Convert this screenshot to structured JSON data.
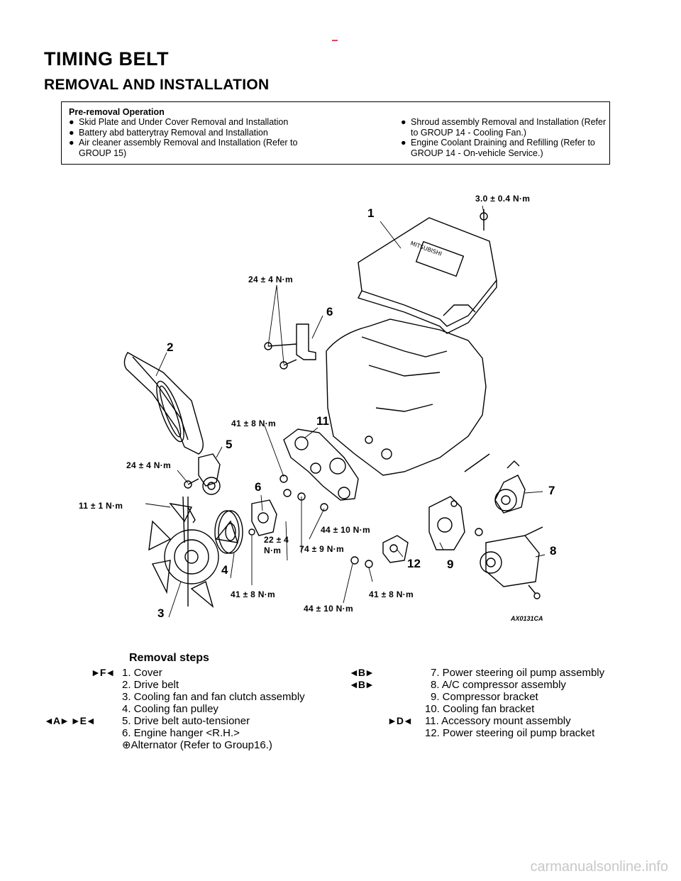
{
  "page": {
    "title": "TIMING BELT",
    "subtitle": "REMOVAL AND INSTALLATION"
  },
  "pre_removal": {
    "title": "Pre-removal Operation",
    "left_items": [
      "Skid Plate and Under Cover Removal and Installation",
      "Battery abd batterytray Removal and Installation",
      "Air cleaner assembly Removal and Installation (Refer to GROUP 15)"
    ],
    "right_items": [
      "Shroud assembly Removal and Installation (Refer to GROUP 14 - Cooling Fan.)",
      "Engine Coolant Draining and Refilling (Refer to GROUP 14 - On-vehicle Service.)"
    ]
  },
  "diagram": {
    "figure_id": "AX0131CA",
    "cover_brand": "MITSUBISHI",
    "torques": {
      "t_cover": "3.0 ± 0.4 N·m",
      "t_hanger": "24 ± 4 N·m",
      "t_mount_top": "41 ± 8 N·m",
      "t_tensioner": "24 ± 4 N·m",
      "t_fan": "11 ± 1 N·m",
      "t_mount_mid": "44 ± 10 N·m",
      "t_22_a": "22 ± 4",
      "t_22_b": "N·m",
      "t_74": "74 ± 9 N·m",
      "t_bottom_left": "41 ± 8 N·m",
      "t_bottom_mid": "44 ± 10 N·m",
      "t_bottom_right": "41 ± 8 N·m"
    },
    "callouts": {
      "c1": "1",
      "c2": "2",
      "c3": "3",
      "c4": "4",
      "c5": "5",
      "c6a": "6",
      "c6b": "6",
      "c7": "7",
      "c8": "8",
      "c9": "9",
      "c11": "11",
      "c12": "12"
    }
  },
  "removal": {
    "title": "Removal steps",
    "left_steps": [
      {
        "mark": "►F◄",
        "text": "1. Cover"
      },
      {
        "mark": "",
        "text": "2. Drive belt"
      },
      {
        "mark": "",
        "text": "3. Cooling fan and fan clutch assembly"
      },
      {
        "mark": "",
        "text": "4. Cooling fan pulley"
      },
      {
        "mark": "◄A► ►E◄",
        "text": "5. Drive belt auto-tensioner"
      },
      {
        "mark": "",
        "text": "6. Engine hanger <R.H.>"
      },
      {
        "mark": "",
        "text": "Alternator (Refer to Group16.)"
      }
    ],
    "right_steps": [
      {
        "mark": "◄B►",
        "text": "7. Power steering oil pump assembly"
      },
      {
        "mark": "◄B►",
        "text": "8. A/C compressor assembly"
      },
      {
        "mark": "",
        "text": "9. Compressor bracket"
      },
      {
        "mark": "",
        "text": "10. Cooling fan bracket"
      },
      {
        "mark": "►D◄",
        "text": "11. Accessory mount assembly"
      },
      {
        "mark": "",
        "text": "12. Power steering oil pump bracket"
      }
    ]
  },
  "footer": {
    "watermark": "carmanualsonline.info"
  }
}
